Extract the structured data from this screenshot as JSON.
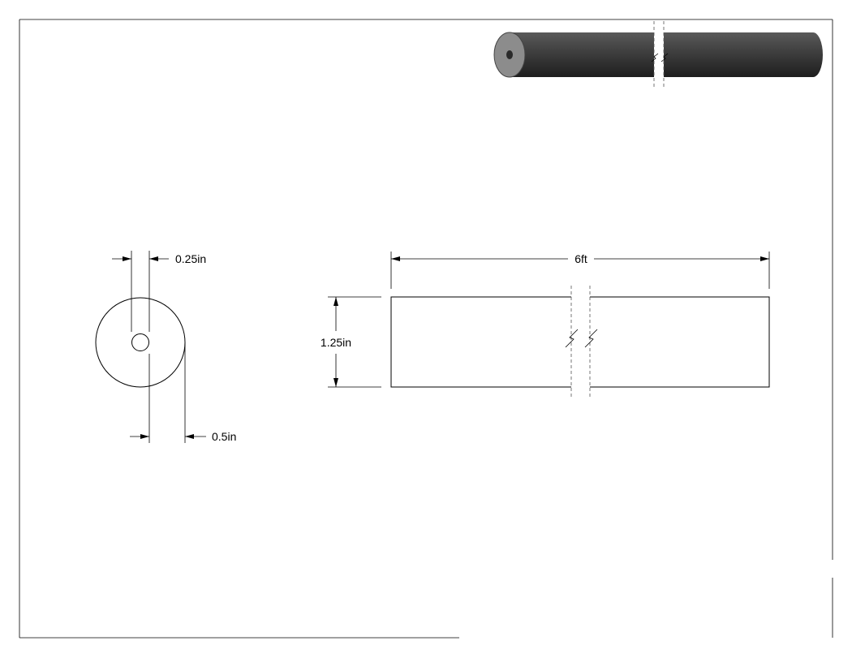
{
  "drawing": {
    "end_view": {
      "hole_diameter_label": "0.25in",
      "radius_label": "0.5in"
    },
    "side_view": {
      "length_label": "6ft",
      "diameter_label": "1.25in"
    },
    "colors": {
      "rod_body": "#3a3a3a",
      "rod_end_face": "#8c8c8c",
      "line": "#000000",
      "frame": "#7f7f7f"
    }
  }
}
